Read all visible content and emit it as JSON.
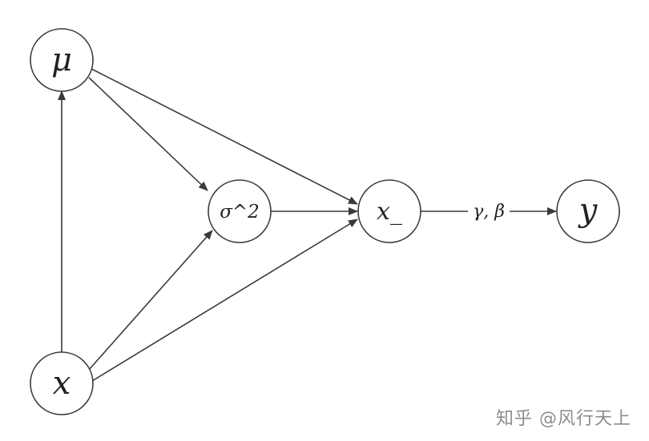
{
  "nodes": {
    "mu": {
      "label": "μ"
    },
    "sigma2": {
      "label": "σ^2"
    },
    "xhat": {
      "label": "x_"
    },
    "y": {
      "label": "y"
    },
    "x": {
      "label": "x"
    }
  },
  "edges": {
    "xhat_to_y": {
      "label": "γ, β"
    }
  },
  "watermark": {
    "text": "知乎 @风行天上"
  },
  "colors": {
    "stroke": "#3a3a3a",
    "text": "#222222",
    "watermark": "#8c8c8c"
  }
}
